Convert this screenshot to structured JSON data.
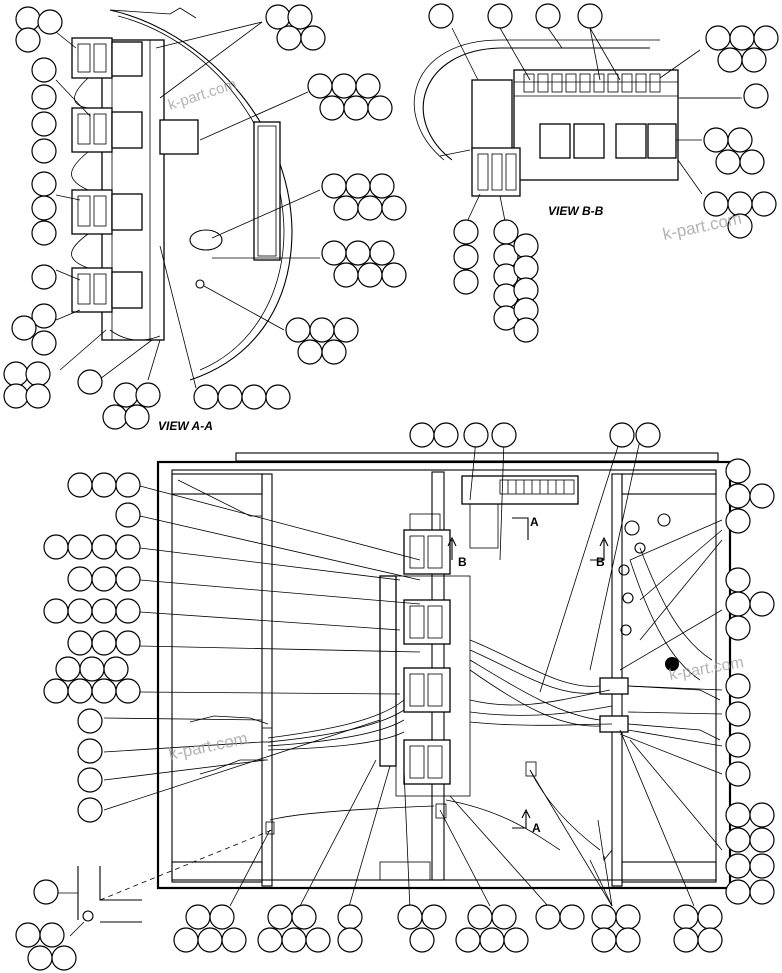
{
  "views": {
    "a_title": "VIEW A-A",
    "b_title": "VIEW B-B"
  },
  "section_marks": {
    "a": "A",
    "b": "B"
  },
  "watermark": "k-part.com"
}
